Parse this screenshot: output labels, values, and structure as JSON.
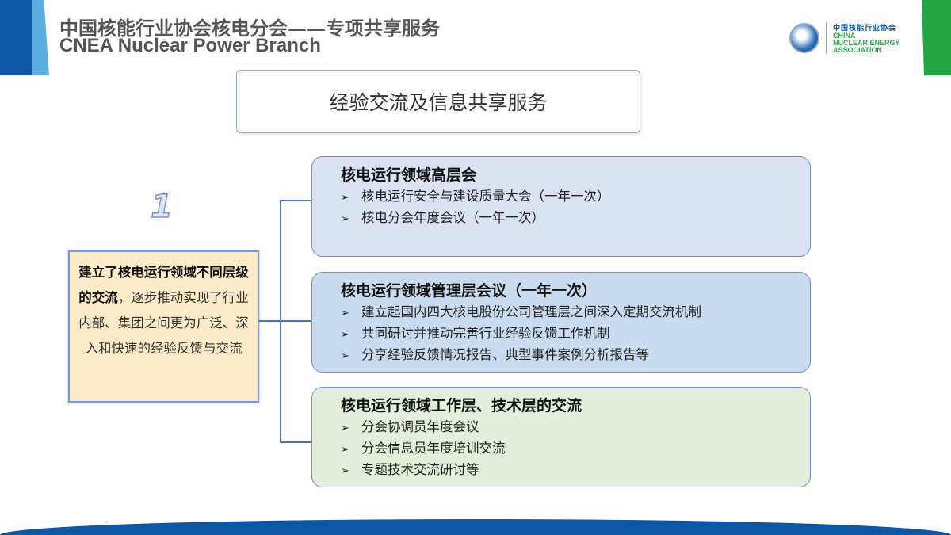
{
  "header": {
    "title_cn": "中国核能行业协会核电分会——专项共享服务",
    "title_en": "CNEA Nuclear Power Branch"
  },
  "logo": {
    "cn": "中国核能行业协会",
    "en1": "CHINA",
    "en2": "NUCLEAR ENERGY",
    "en3": "ASSOCIATION"
  },
  "banner": "经验交流及信息共享服务",
  "number": "1",
  "summary": {
    "bold": "建立了核电运行领域不同层级的交流",
    "rest": "，逐步推动实现了行业内部、集团之间更为广泛、深入和快速的经验反馈与交流"
  },
  "cards": [
    {
      "title": "核电运行领域高层会",
      "items": [
        "核电运行安全与建设质量大会（一年一次）",
        "核电分会年度会议（一年一次）"
      ]
    },
    {
      "title": "核电运行领域管理层会议（一年一次）",
      "items": [
        "建立起国内四大核电股份公司管理层之间深入定期交流机制",
        "共同研讨并推动完善行业经验反馈工作机制",
        "分享经验反馈情况报告、典型事件案例分析报告等"
      ]
    },
    {
      "title": "核电运行领域工作层、技术层的交流",
      "items": [
        "分会协调员年度会议",
        "分会信息员年度培训交流",
        "专题技术交流研讨等"
      ]
    }
  ],
  "bullet": "➢"
}
